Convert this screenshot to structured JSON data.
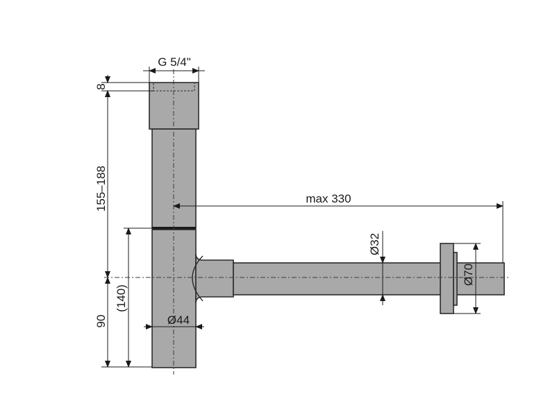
{
  "dimensions": {
    "thread": "G 5/4\"",
    "top_offset": "8",
    "height_range": "155–188",
    "height_lower": "90",
    "height_lower_ref": "(140)",
    "diameter_tube": "Ø44",
    "diameter_outlet": "Ø32",
    "diameter_flange": "Ø70",
    "max_length": "max 330"
  }
}
